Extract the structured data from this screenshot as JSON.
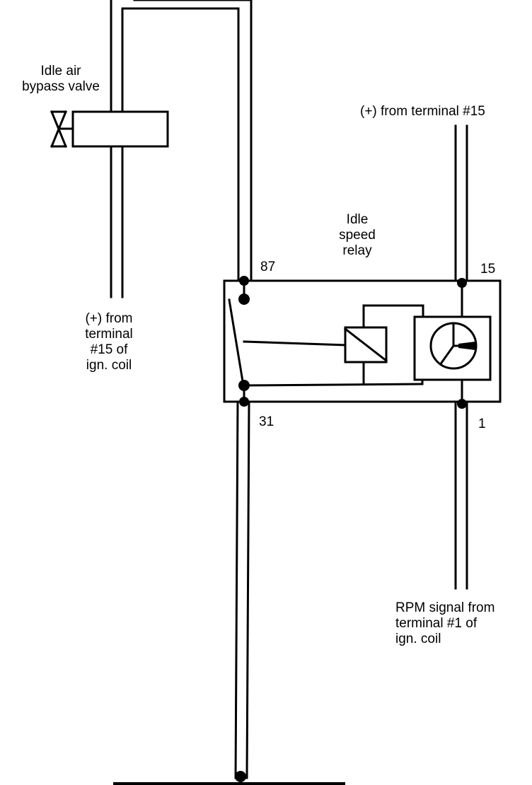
{
  "labels": {
    "valve": [
      "Idle air",
      "bypass valve"
    ],
    "relay": [
      "Idle",
      "speed",
      "relay"
    ],
    "feed_top": "(+) from terminal #15",
    "feed_left": [
      "(+) from",
      "terminal",
      "#15 of",
      "ign. coil"
    ],
    "rpm_signal": [
      "RPM signal from",
      "terminal #1 of",
      "ign. coil"
    ]
  },
  "terminals": {
    "t87": "87",
    "t15": "15",
    "t31": "31",
    "t1": "1"
  },
  "colors": {
    "line": "#000000",
    "background": "#ffffff"
  }
}
